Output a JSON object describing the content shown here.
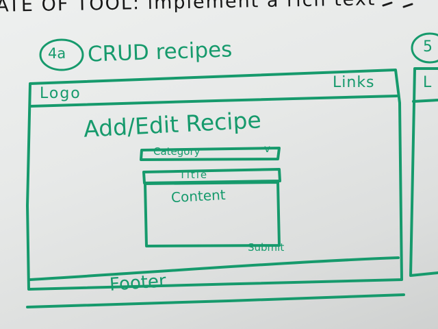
{
  "top_note": "ATE OF TOOL: implement a rich text",
  "section_a": {
    "number": "4a",
    "title": "CRUD recipes",
    "header": {
      "logo": "Logo",
      "links": "Links"
    },
    "page_title": "Add/Edit Recipe",
    "form": {
      "category": "Category",
      "dropdown_glyph": "v",
      "title": "Title",
      "content": "Content",
      "submit": "Submit"
    },
    "footer": "Footer"
  },
  "section_b": {
    "number": "5",
    "partial_label": "L"
  },
  "ink_color": "#169a6c"
}
